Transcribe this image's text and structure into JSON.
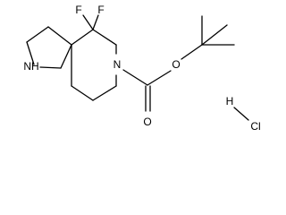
{
  "molecule": {
    "atoms": {
      "fluorine_1": "F",
      "fluorine_2": "F",
      "ring_nitrogen": "N",
      "pyrrolidine_nitrogen": "NH",
      "carbonyl_oxygen": "O",
      "ester_oxygen": "O",
      "hydrogen": "H",
      "chlorine": "Cl"
    }
  },
  "colors": {
    "bond": "#000000",
    "label": "#000000",
    "background": "#ffffff"
  }
}
